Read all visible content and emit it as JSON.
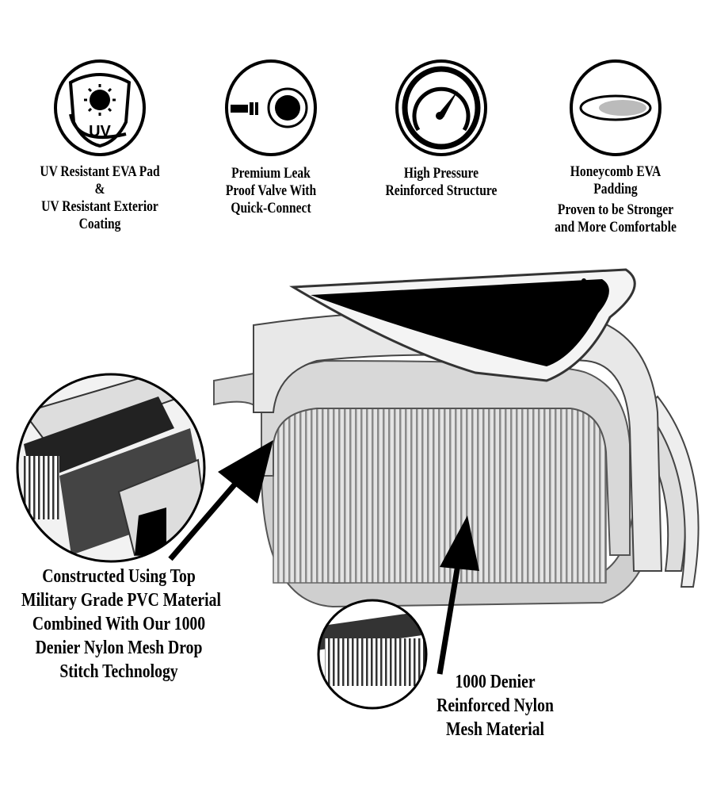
{
  "features": [
    {
      "icon": "uv-shield-icon",
      "lines": [
        "UV Resistant EVA Pad",
        "&",
        "UV Resistant Exterior",
        "Coating"
      ]
    },
    {
      "icon": "valve-icon",
      "lines": [
        "Premium Leak",
        "Proof Valve With",
        "Quick-Connect"
      ]
    },
    {
      "icon": "pressure-gauge-icon",
      "lines": [
        "High Pressure",
        "Reinforced Structure"
      ]
    },
    {
      "icon": "honeycomb-board-icon",
      "lines": [
        "Honeycomb EVA",
        "Padding",
        "Proven to be Stronger",
        "and More Comfortable"
      ]
    }
  ],
  "uv_icon_text": "UV",
  "callouts": {
    "pvc": [
      "Constructed Using Top",
      "Military Grade PVC Material",
      "Combined With Our 1000",
      "Denier Nylon Mesh Drop",
      "Stitch Technology"
    ],
    "mesh": [
      "1000 Denier",
      "Reinforced Nylon",
      "Mesh Material"
    ]
  }
}
